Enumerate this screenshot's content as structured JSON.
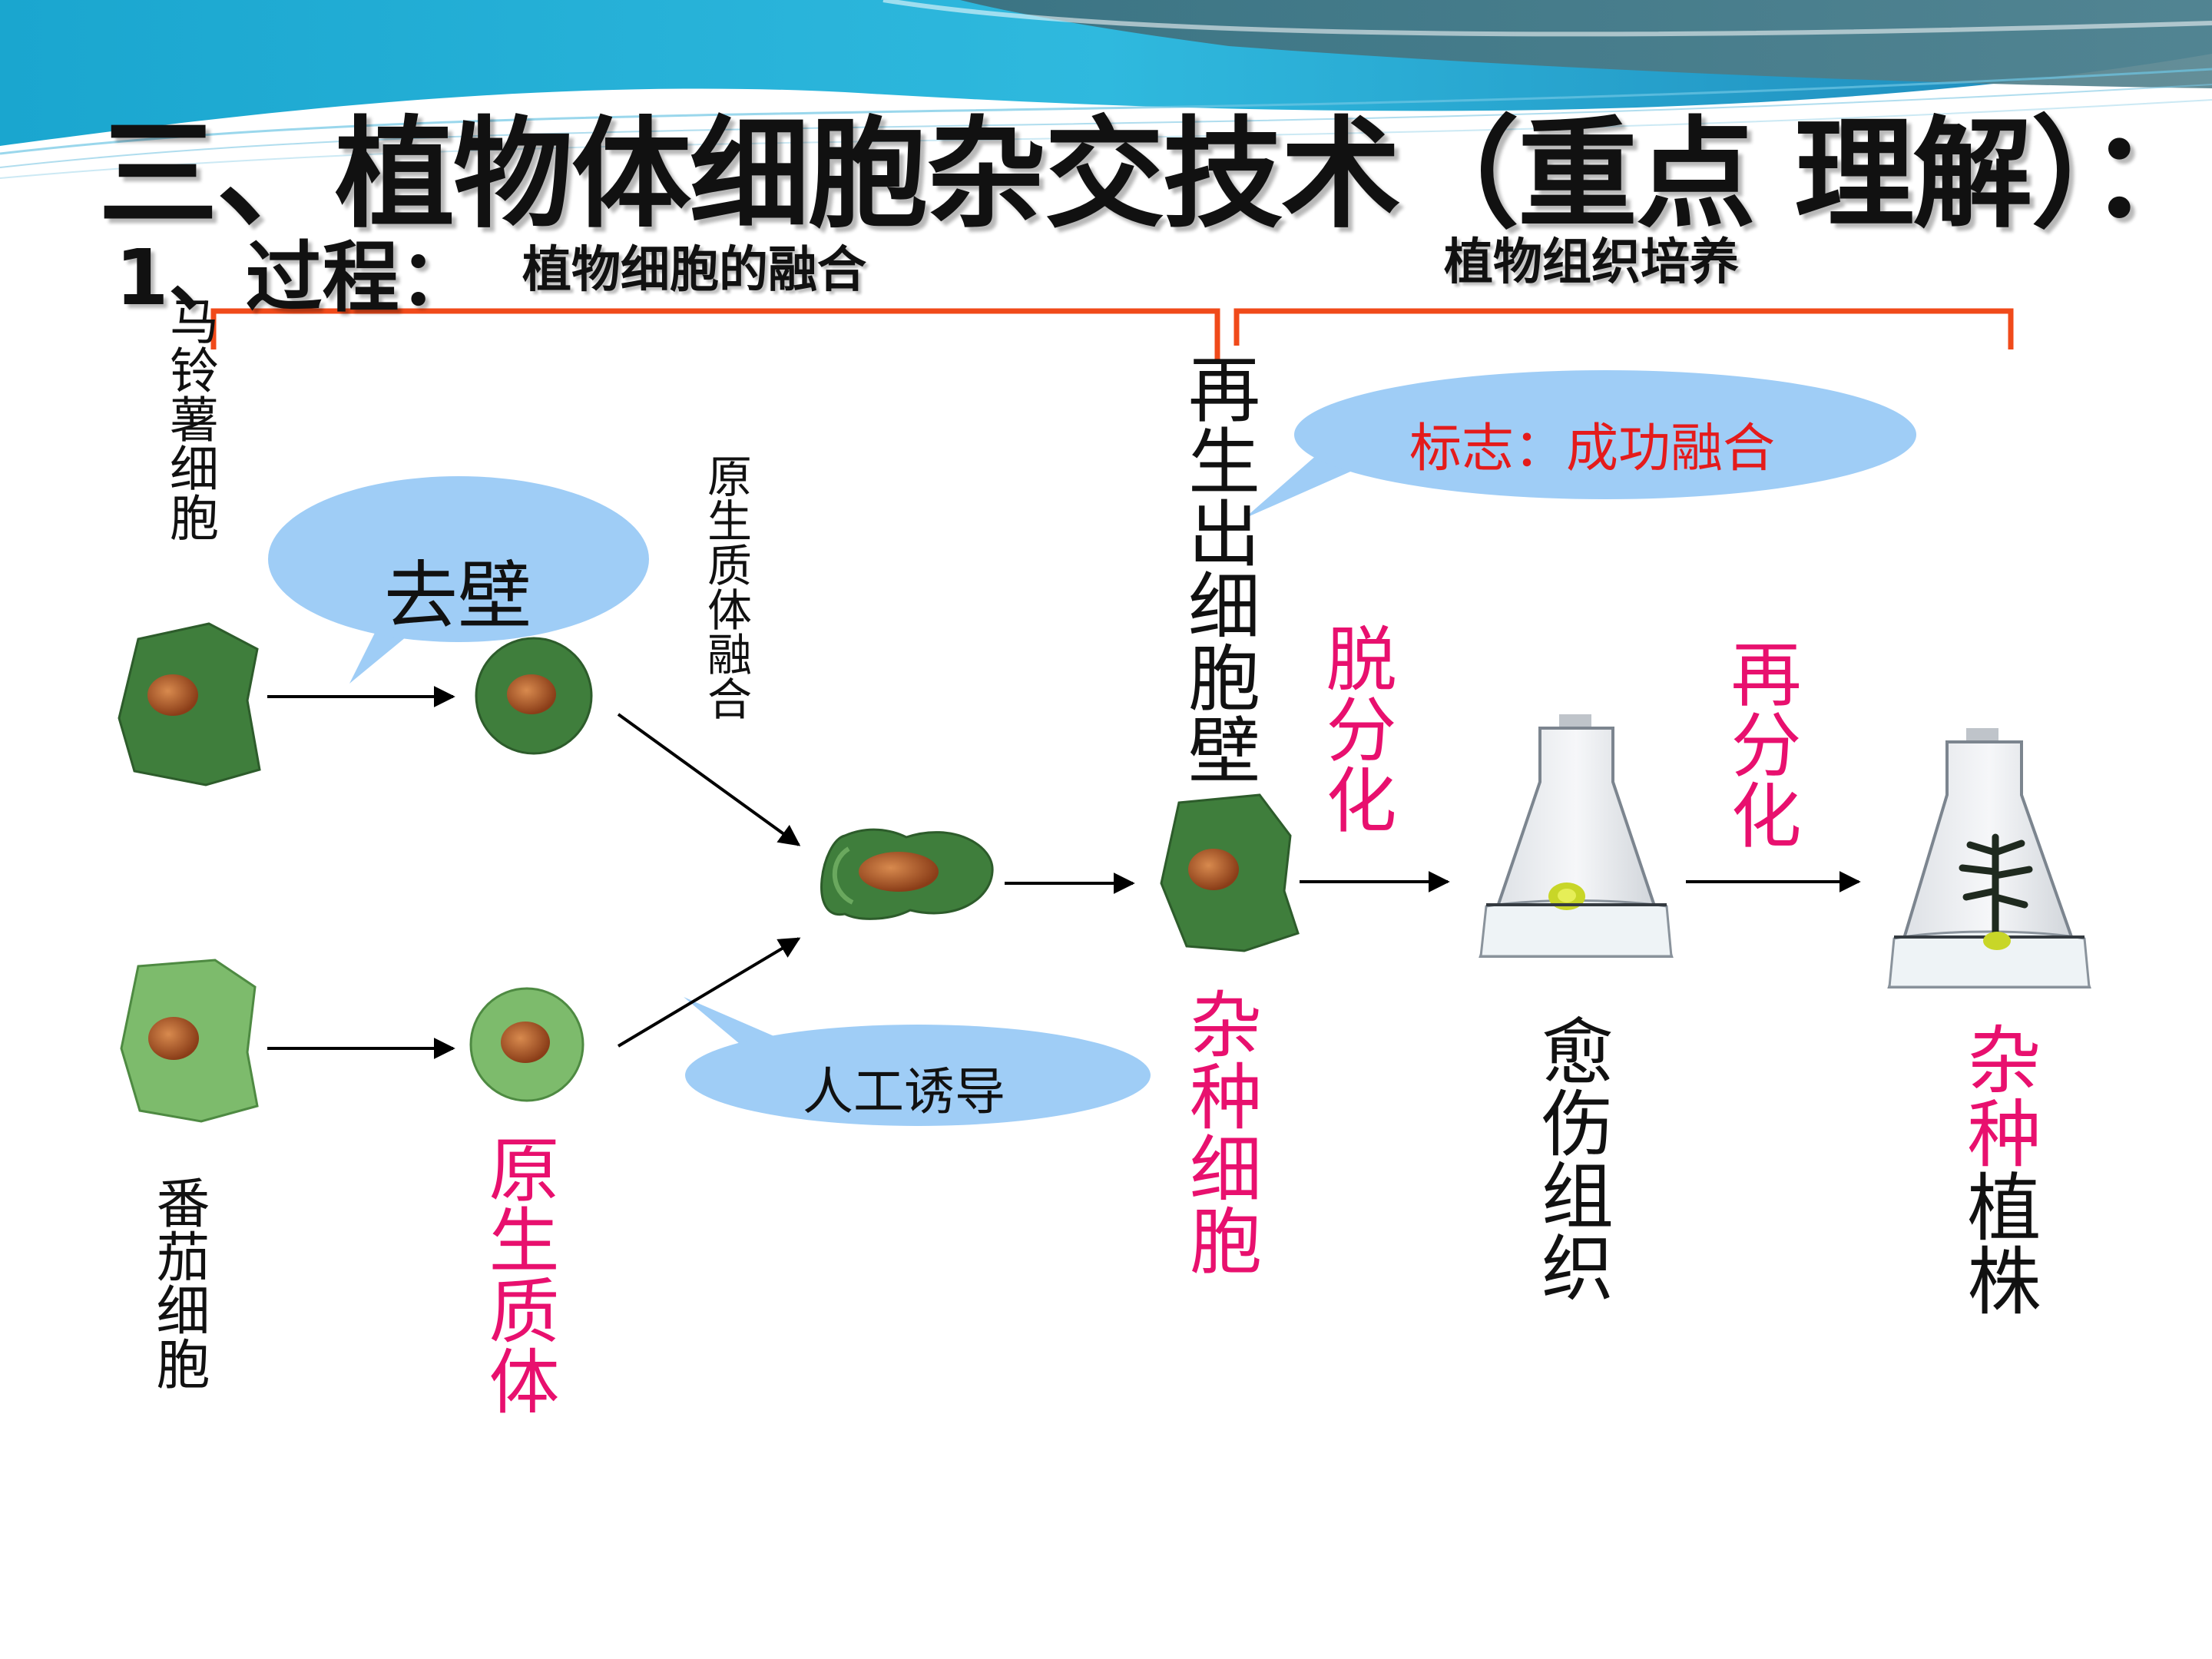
{
  "title": "三、植物体细胞杂交技术（重点 理解）：",
  "subtitle": "1、过程：",
  "stage_fusion_label": "植物细胞的融合",
  "stage_culture_label": "植物组织培养",
  "labels": {
    "potato_cell": "马铃薯细胞",
    "tomato_cell": "番茄细胞",
    "protoplast": "原生质体",
    "protoplast_fusion": "原生质体融合",
    "regenerate_wall": "再生出细胞壁",
    "hybrid_cell": "杂种细胞",
    "dedifferentiation": "脱分化",
    "redifferentiation": "再分化",
    "callus": "愈伤组织",
    "hybrid_plant_part1": "杂种",
    "hybrid_plant_part2": "植株"
  },
  "bubbles": {
    "remove_wall": "去壁",
    "artificial_induction": "人工诱导",
    "marker": "标志：成功融合"
  },
  "colors": {
    "accent_pink": "#e8106e",
    "marker_red": "#e41b1b",
    "bracket_orange": "#f04a1a",
    "bubble_blue": "#9fcdf6",
    "cell_dark_green": "#3f7e3c",
    "cell_light_green": "#7dbb6c",
    "nucleus_brown": "#a9552a"
  }
}
